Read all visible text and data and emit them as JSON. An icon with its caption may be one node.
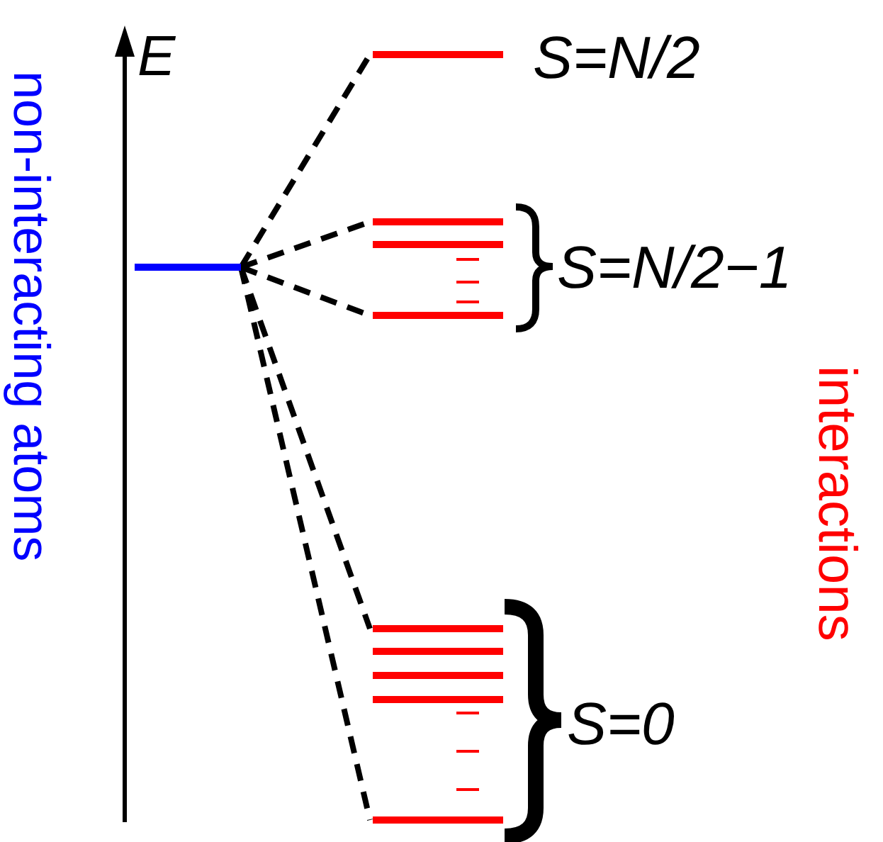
{
  "diagram": {
    "nodes": [
      {
        "text": [],
        "shape": "bar"
      },
      {
        "text": [],
        "shape": "bar"
      },
      {
        "text": [],
        "shape": "bar"
      },
      {
        "text": [],
        "shape": "bar"
      },
      {
        "text": [],
        "shape": "bar"
      },
      {
        "text": [],
        "shape": "bar"
      }
    ],
    "edges": [
      {
        "from": 0,
        "to": 1,
        "arrow": "none",
        "style": "dashed"
      },
      {
        "from": 0,
        "to": 2,
        "arrow": "none",
        "style": "dashed"
      },
      {
        "from": 0,
        "to": 3,
        "arrow": "none",
        "style": "dashed"
      },
      {
        "from": 0,
        "to": 4,
        "arrow": "none",
        "style": "dashed"
      },
      {
        "from": 0,
        "to": 5,
        "arrow": "none",
        "style": "dashed"
      }
    ],
    "labels": [
      "E",
      "S=N/2",
      "S=N/2−1",
      "S=0",
      "non-interacting atoms",
      "interactions"
    ]
  }
}
